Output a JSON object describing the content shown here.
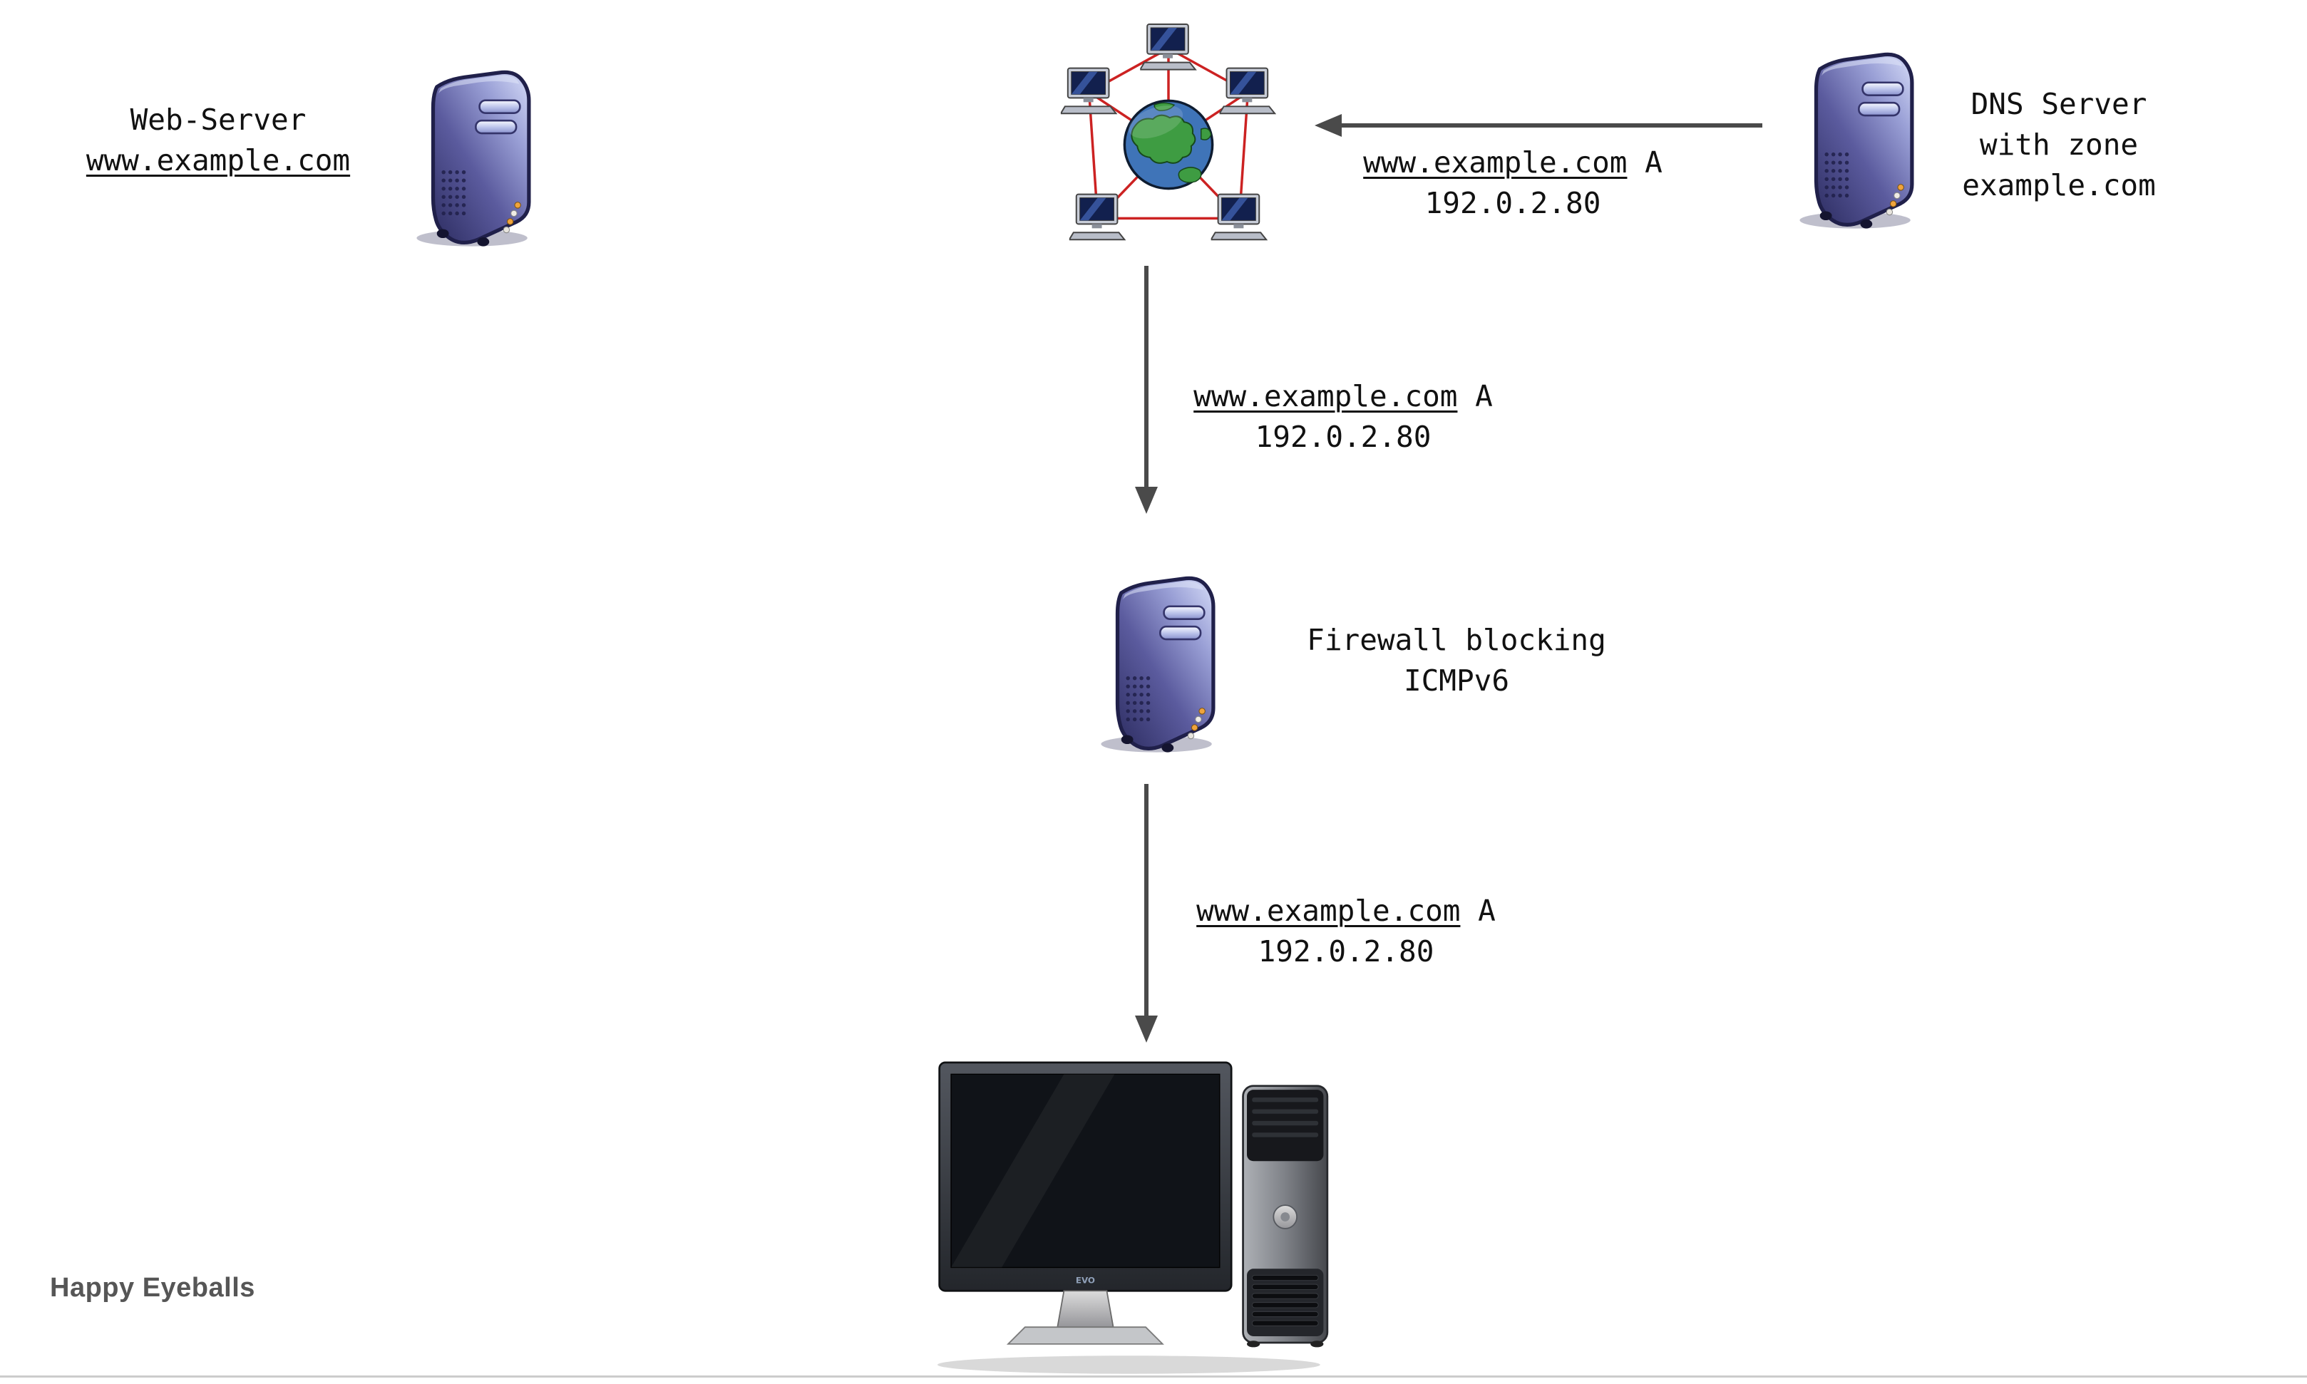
{
  "page": {
    "caption": "Happy Eyeballs"
  },
  "colors": {
    "server_body_indigo": "#5b5b9e",
    "network_link_red": "#cc2222",
    "arrow_gray": "#4a4a4a",
    "caption_gray": "#565656",
    "text_black": "#111111"
  },
  "nodes": {
    "web_server": {
      "line1": "Web-Server",
      "line2": "www.example.com"
    },
    "dns_server": {
      "line1": "DNS Server",
      "line2": "with zone",
      "line3": "example.com"
    },
    "firewall": {
      "line1": "Firewall blocking",
      "line2": "ICMPv6"
    },
    "client": {
      "monitor_brand": "EVO"
    }
  },
  "messages": {
    "dns_response": {
      "host": "www.example.com",
      "record": "A",
      "ip": "192.0.2.80"
    },
    "internet_to_firewall": {
      "host": "www.example.com",
      "record": "A",
      "ip": "192.0.2.80"
    },
    "firewall_to_client": {
      "host": "www.example.com",
      "record": "A",
      "ip": "192.0.2.80"
    }
  }
}
